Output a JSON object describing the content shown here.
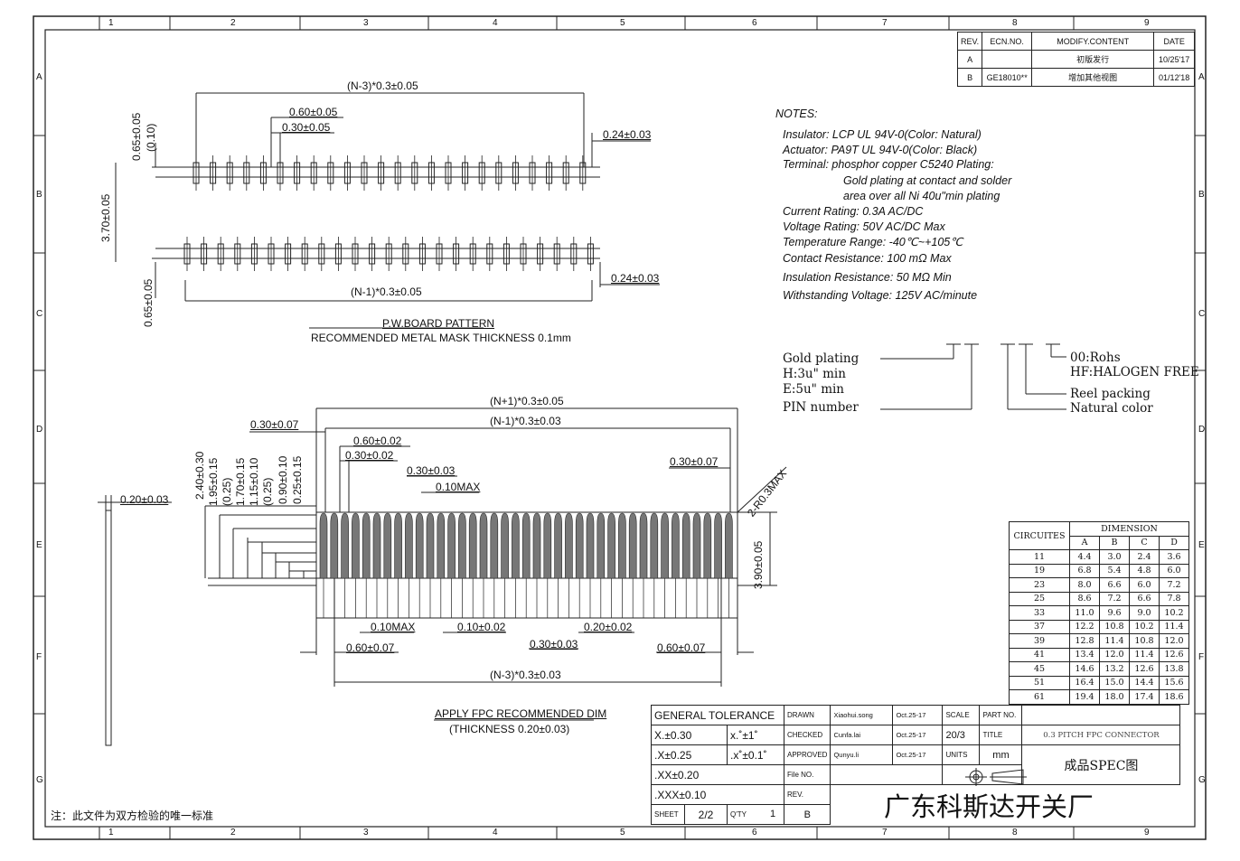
{
  "zones": {
    "top": [
      "1",
      "2",
      "3",
      "4",
      "5",
      "6",
      "7",
      "8",
      "9"
    ],
    "side": [
      "A",
      "B",
      "C",
      "D",
      "E",
      "F",
      "G"
    ]
  },
  "revision": {
    "headers": [
      "REV.",
      "ECN.NO.",
      "MODIFY.CONTENT",
      "DATE"
    ],
    "rows": [
      [
        "A",
        "",
        "初版发行",
        "10/25'17"
      ],
      [
        "B",
        "GE18010**",
        "增加其他视图",
        "01/12'18"
      ]
    ]
  },
  "pcb": {
    "dim_top": "(N-3)*0.3±0.05",
    "dim_060": "0.60±0.05",
    "dim_030": "0.30±0.05",
    "dim_024_top": "0.24±0.03",
    "dim_065_top": "0.65±0.05",
    "dim_010": "(0.10)",
    "dim_370": "3.70±0.05",
    "dim_065_bot": "0.65±0.05",
    "dim_bottom": "(N-1)*0.3±0.05",
    "dim_024_bot": "0.24±0.03",
    "title": "P.W.BOARD PATTERN",
    "subtitle": "RECOMMENDED METAL MASK THICKNESS 0.1mm"
  },
  "notes": {
    "heading": "NOTES:",
    "lines": [
      "Insulator: LCP UL 94V-0(Color: Natural)",
      "Actuator: PA9T UL 94V-0(Color: Black)",
      "Terminal: phosphor copper C5240 Plating:",
      "Gold plating at contact and solder",
      "area over all Ni 40u\"min plating",
      "Current Rating:     0.3A    AC/DC",
      "Voltage Rating:     50V    AC/DC      Max",
      "Temperature Range: -40℃~+105℃",
      "Contact Resistance: 100 mΩ    Max",
      "Insulation Resistance:  50 MΩ   Min",
      "Withstanding Voltage:   125V  AC/minute"
    ]
  },
  "part_code": {
    "gold_plating": "Gold plating",
    "h": "H:3u\" min",
    "e": "E:5u\" min",
    "pin": "PIN number",
    "rohs": "00:Rohs",
    "hf": "HF:HALOGEN FREE",
    "reel": "Reel packing",
    "natural": "Natural color"
  },
  "fpc": {
    "n_plus_1": "(N+1)*0.3±0.05",
    "n_minus_1": "(N-1)*0.3±0.03",
    "d030_left": "0.30±0.07",
    "d060": "0.60±0.02",
    "d030": "0.30±0.02",
    "d030_03": "0.30±0.03",
    "d010max": "0.10MAX",
    "d030_right": "0.30±0.07",
    "r03max": "2-R0.3MAX",
    "d020": "0.20±0.03",
    "v240": "2.40±0.30",
    "v195": "1.95±0.15",
    "v025a": "(0.25)",
    "v170": "1.70±0.15",
    "v115": "1.15±0.10",
    "v025b": "(0.25)",
    "v090": "0.90±0.10",
    "v025c": "0.25±0.15",
    "v390": "3.90±0.05",
    "b010max": "0.10MAX",
    "b010": "0.10±0.02",
    "b020": "0.20±0.02",
    "b060_left": "0.60±0.07",
    "b030": "0.30±0.03",
    "b060_right": "0.60±0.07",
    "n_minus_3": "(N-3)*0.3±0.03",
    "title": "APPLY FPC RECOMMENDED DIM",
    "subtitle": "(THICKNESS 0.20±0.03)"
  },
  "dimension_table": {
    "circuits_header": "CIRCUITES",
    "dimension_header": "DIMENSION",
    "cols": [
      "A",
      "B",
      "C",
      "D"
    ],
    "rows": [
      [
        "11",
        "4.4",
        "3.0",
        "2.4",
        "3.6"
      ],
      [
        "19",
        "6.8",
        "5.4",
        "4.8",
        "6.0"
      ],
      [
        "23",
        "8.0",
        "6.6",
        "6.0",
        "7.2"
      ],
      [
        "25",
        "8.6",
        "7.2",
        "6.6",
        "7.8"
      ],
      [
        "33",
        "11.0",
        "9.6",
        "9.0",
        "10.2"
      ],
      [
        "37",
        "12.2",
        "10.8",
        "10.2",
        "11.4"
      ],
      [
        "39",
        "12.8",
        "11.4",
        "10.8",
        "12.0"
      ],
      [
        "41",
        "13.4",
        "12.0",
        "11.4",
        "12.6"
      ],
      [
        "45",
        "14.6",
        "13.2",
        "12.6",
        "13.8"
      ],
      [
        "51",
        "16.4",
        "15.0",
        "14.4",
        "15.6"
      ],
      [
        "61",
        "19.4",
        "18.0",
        "17.4",
        "18.6"
      ]
    ]
  },
  "title_block": {
    "general_tolerance": "GENERAL TOLERANCE",
    "tol_x": "X.±0.30",
    "tol_x_ang": "x.˚±1˚",
    "tol_xx": ".X±0.25",
    "tol_xx_ang": ".x˚±0.1˚",
    "tol_xxx": ".XX±0.20",
    "tol_xxxx": ".XXX±0.10",
    "drawn": "DRAWN",
    "drawn_name": "Xiaohui.song",
    "drawn_date": "Oct.25-17",
    "checked": "CHECKED",
    "checked_name": "Cunfa.lai",
    "checked_date": "Oct.25-17",
    "approved": "APPROVED",
    "approved_name": "Qunyu.li",
    "approved_date": "Oct.25-17",
    "scale": "SCALE",
    "scale_value": "20/3",
    "units": "UNITS",
    "units_value": "mm",
    "title": "TITLE",
    "title_value": "0.3 PITCH FPC CONNECTOR",
    "part_no": "PART NO.",
    "file_no": "File NO.",
    "rev": "REV.",
    "rev_value": "B",
    "sheet": "SHEET",
    "sheet_value": "2/2",
    "qty": "Q'TY",
    "qty_value": "1",
    "doc": "成品SPEC图",
    "company": "广东科斯达开关厂"
  },
  "footnote": "注：此文件为双方检验的唯一标准"
}
